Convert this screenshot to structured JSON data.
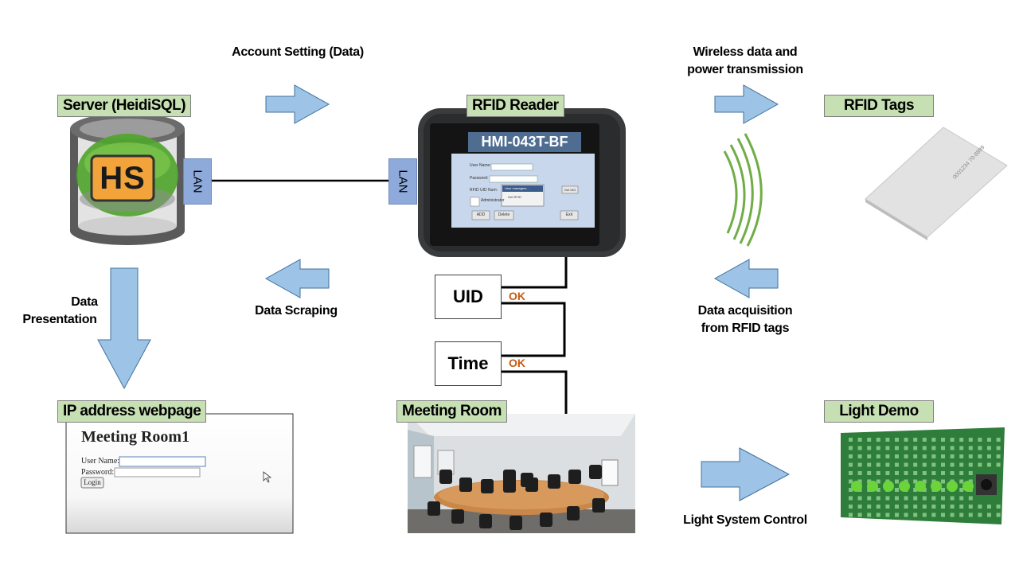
{
  "captions": {
    "account_setting": "Account Setting (Data)",
    "wireless_line1": "Wireless data and",
    "wireless_line2": "power transmission",
    "data_presentation_line1": "Data",
    "data_presentation_line2": "Presentation",
    "data_scraping": "Data Scraping",
    "acquisition_line1": "Data acquisition",
    "acquisition_line2": "from RFID tags",
    "light_control": "Light System Control"
  },
  "labels": {
    "server": "Server (HeidiSQL)",
    "reader": "RFID Reader",
    "tags": "RFID Tags",
    "webpage": "IP address webpage",
    "meeting_room": "Meeting Room",
    "light_demo": "Light Demo"
  },
  "server_logo": "HS",
  "lan": "LAN",
  "device": {
    "model": "HMI-043T-BF",
    "fields": [
      "User Name:",
      "Password:",
      "RFID UID Num:",
      "Administrator"
    ],
    "popup": [
      "User managem...",
      "Get RFID"
    ],
    "buttons": [
      "ADD",
      "Delete",
      "Exit",
      "Get UID"
    ]
  },
  "flow": {
    "uid": "UID",
    "time": "Time",
    "ok": "OK"
  },
  "webpage": {
    "title": "Meeting Room1",
    "user_label": "User Name:",
    "password_label": "Password:",
    "login": "Login"
  },
  "card_print": "0001234 70-8899",
  "colors": {
    "arrow_fill": "#9dc3e6",
    "arrow_stroke": "#41719c",
    "label_fill": "#c6e0b4",
    "ok_text": "#c55a11",
    "wave": "#70ad47"
  }
}
